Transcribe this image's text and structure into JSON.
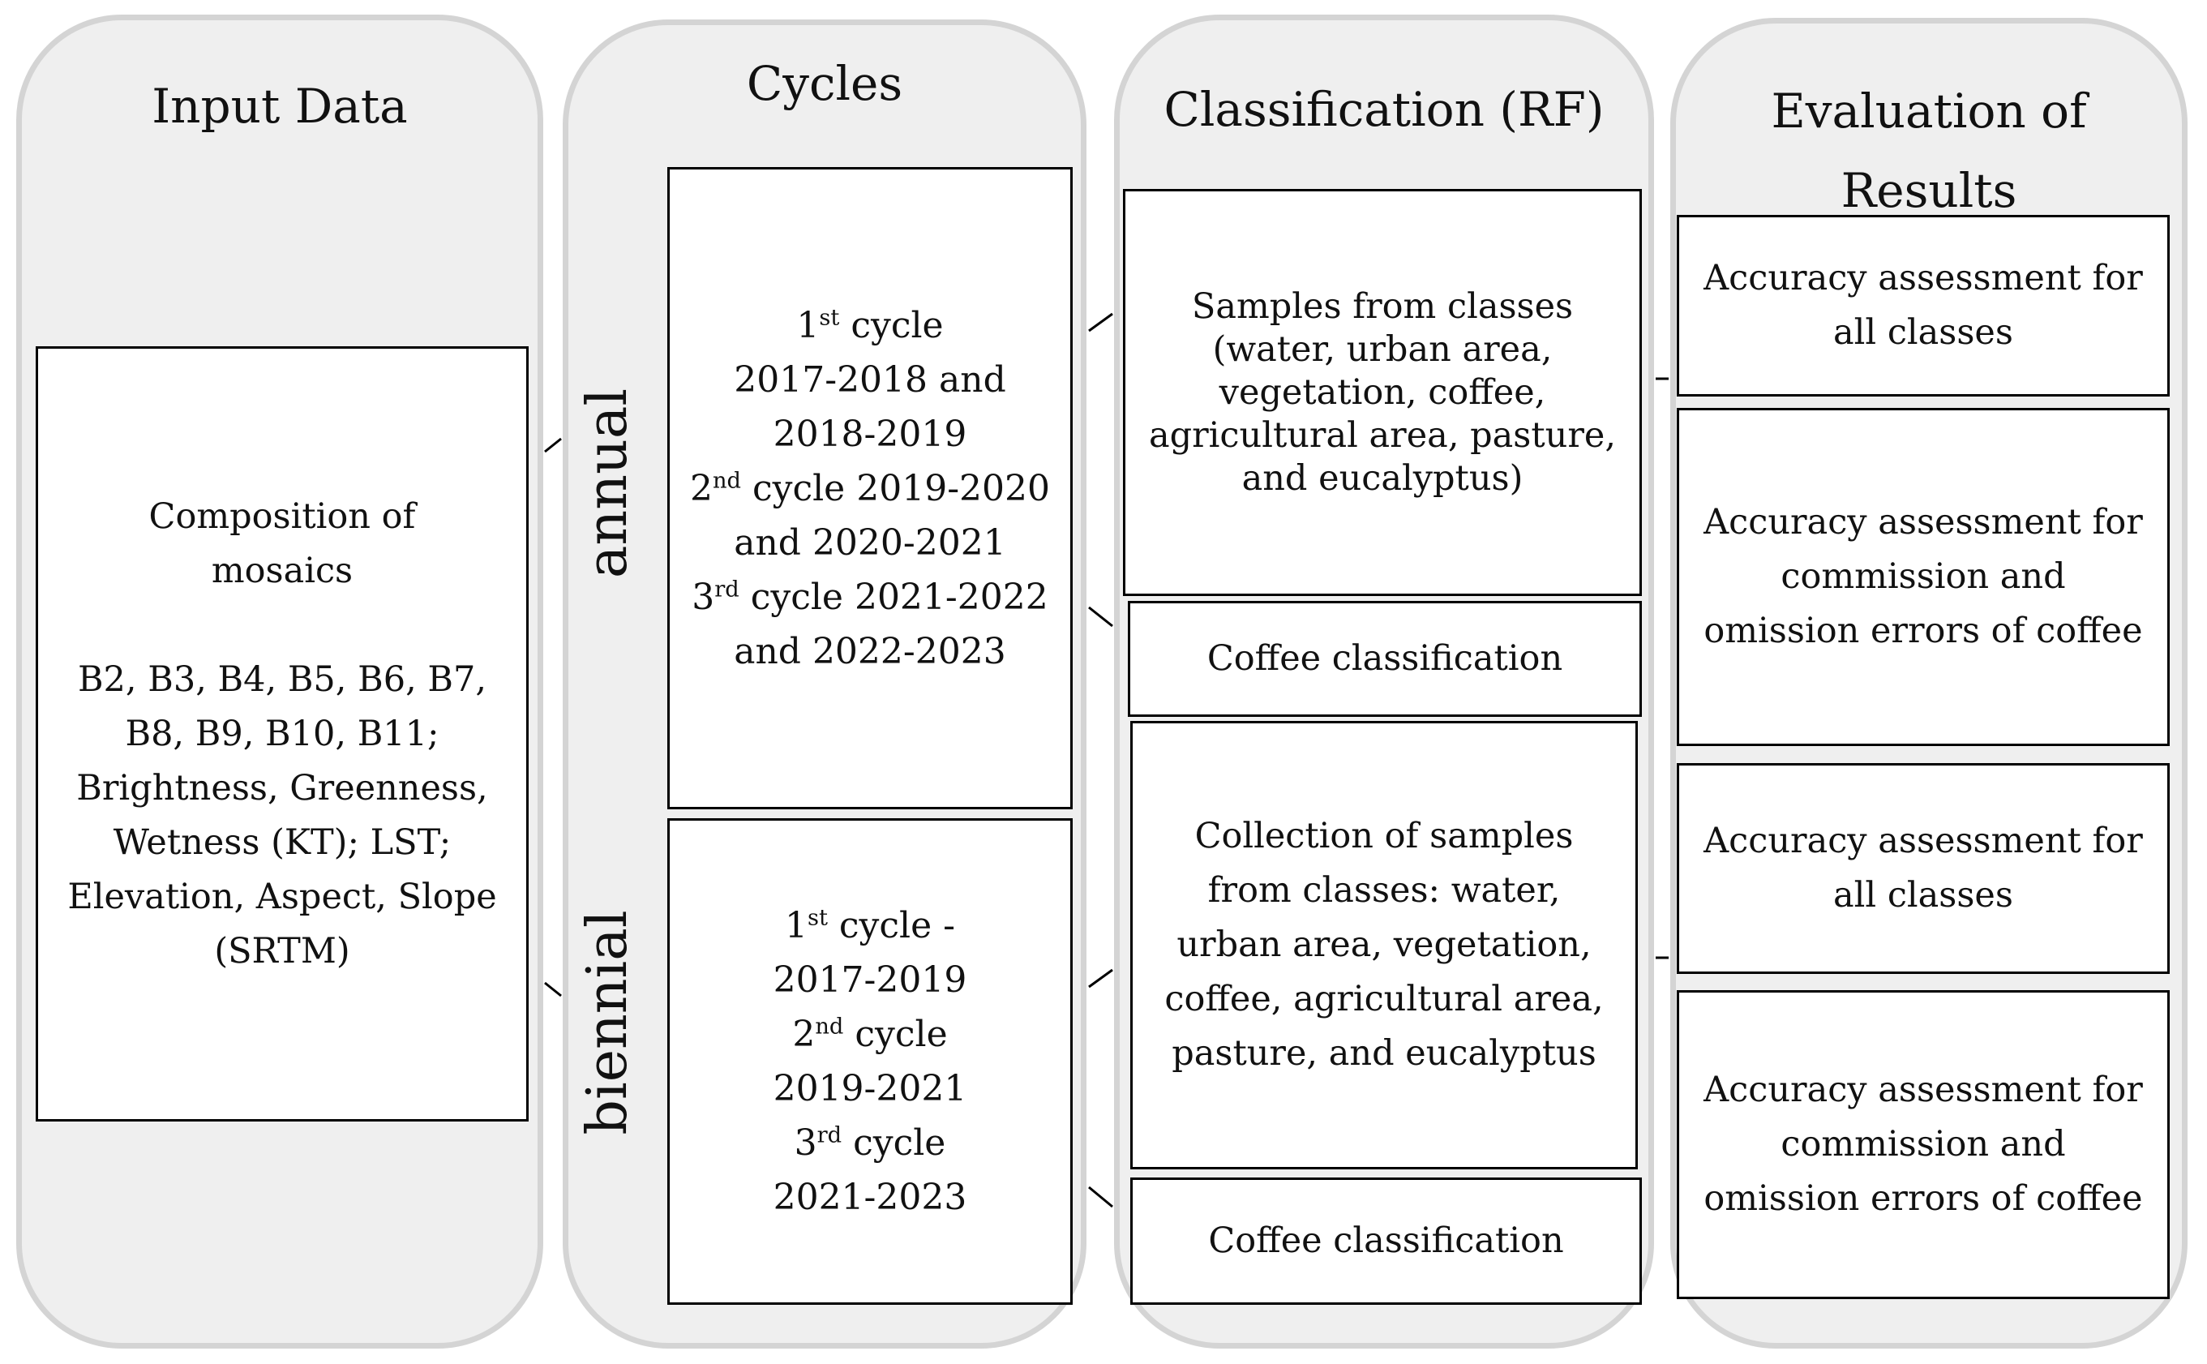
{
  "columns": {
    "input": {
      "title": "Input Data",
      "box": {
        "lines": [
          "Composition of",
          "mosaics"
        ],
        "bands": [
          "B2, B3, B4, B5, B6, B7,",
          "B8, B9, B10, B11;",
          "Brightness, Greenness,",
          "Wetness (KT); LST;",
          "Elevation, Aspect, Slope",
          "(SRTM)"
        ]
      }
    },
    "cycles": {
      "title": "Cycles",
      "annual": {
        "label": "annual",
        "c1_ord": "1",
        "c1_sup": "st",
        "c1_rest": " cycle",
        "c1_line2": "2017-2018 and",
        "c1_line3": "2018-2019",
        "c2_ord": "2",
        "c2_sup": "nd",
        "c2_rest": " cycle 2019-2020",
        "c2_line2": "and 2020-2021",
        "c3_ord": "3",
        "c3_sup": "rd",
        "c3_rest": " cycle 2021-2022",
        "c3_line2": "and 2022-2023"
      },
      "biennial": {
        "label": "biennial",
        "c1_ord": "1",
        "c1_sup": "st",
        "c1_rest": " cycle -",
        "c1_line2": "2017-2019",
        "c2_ord": "2",
        "c2_sup": "nd",
        "c2_rest": " cycle",
        "c2_line2": "2019-2021",
        "c3_ord": "3",
        "c3_sup": "rd",
        "c3_rest": " cycle",
        "c3_line2": "2021-2023"
      }
    },
    "classification": {
      "title": "Classification (RF)",
      "annual_samples": [
        "Samples from classes",
        "(water, urban area,",
        "vegetation, coffee,",
        "agricultural area, pasture,",
        "and eucalyptus)"
      ],
      "annual_coffee": "Coffee classification",
      "biennial_samples": [
        "Collection of samples",
        "from classes: water,",
        "urban area, vegetation,",
        "coffee, agricultural area,",
        "pasture, and eucalyptus"
      ],
      "biennial_coffee": "Coffee classification"
    },
    "evaluation": {
      "title_line1": "Evaluation of",
      "title_line2": "Results",
      "box1": [
        "Accuracy assessment for",
        "all classes"
      ],
      "box2": [
        "Accuracy assessment for",
        "commission and",
        "omission errors of coffee"
      ],
      "box3": [
        "Accuracy assessment for",
        "all classes"
      ],
      "box4": [
        "Accuracy assessment for",
        "commission and",
        "omission errors of coffee"
      ]
    }
  }
}
